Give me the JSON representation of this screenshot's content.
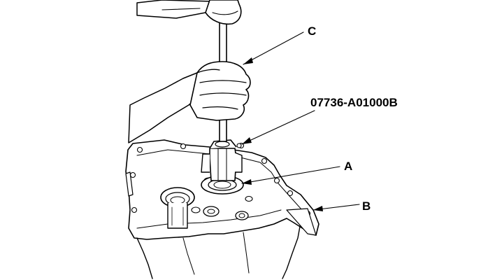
{
  "figure": {
    "callouts": {
      "tool_number": "07736-A01000B",
      "label_a": "A",
      "label_b": "B",
      "label_c": "C"
    },
    "colors": {
      "ink": "#000000",
      "paper": "#ffffff"
    }
  }
}
